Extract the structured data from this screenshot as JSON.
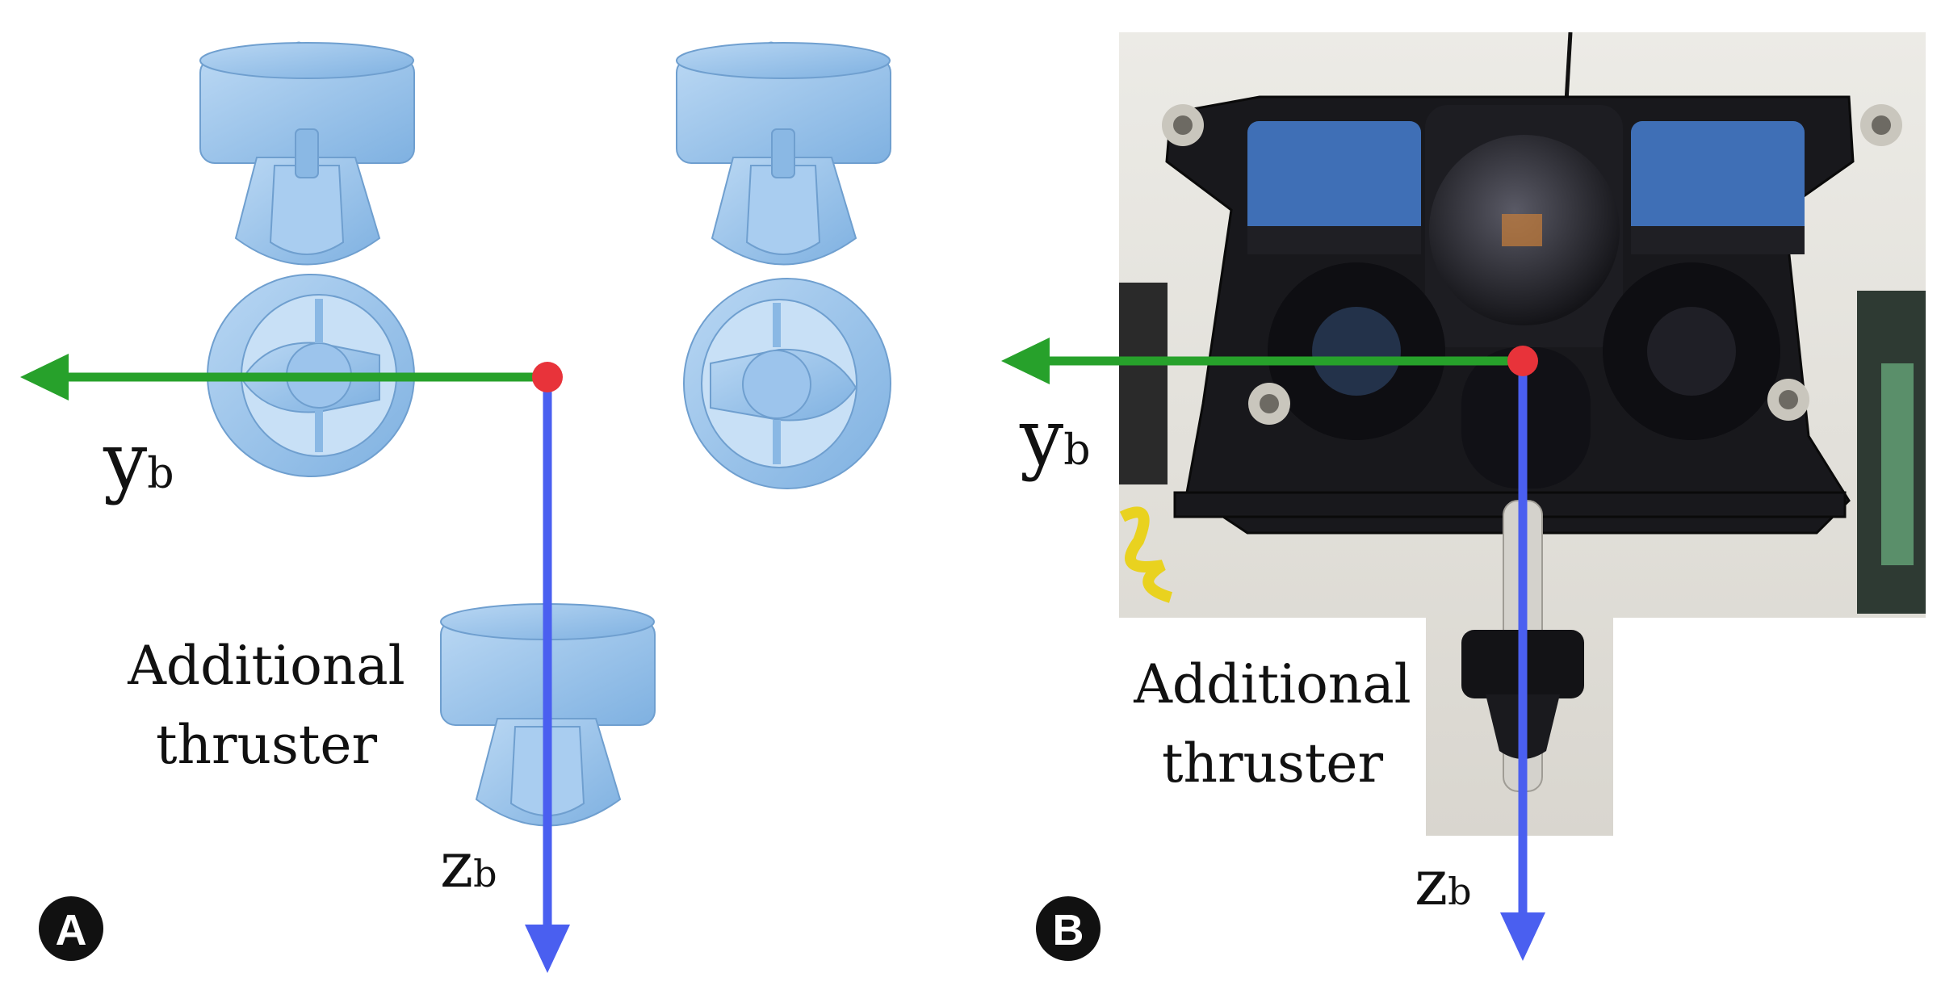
{
  "colors": {
    "y_axis": "#27a12b",
    "z_axis": "#4a5ff0",
    "origin": "#e8333a",
    "thruster_model": "#9fc6ec",
    "badge": "#111111"
  },
  "panels": [
    {
      "badge": "A",
      "y_axis_main": "y",
      "y_axis_sub": "b",
      "z_axis_main": "z",
      "z_axis_sub": "b",
      "thruster_line1": "Additional",
      "thruster_line2": "thruster"
    },
    {
      "badge": "B",
      "y_axis_main": "y",
      "y_axis_sub": "b",
      "z_axis_main": "z",
      "z_axis_sub": "b",
      "thruster_line1": "Additional",
      "thruster_line2": "thruster"
    }
  ]
}
